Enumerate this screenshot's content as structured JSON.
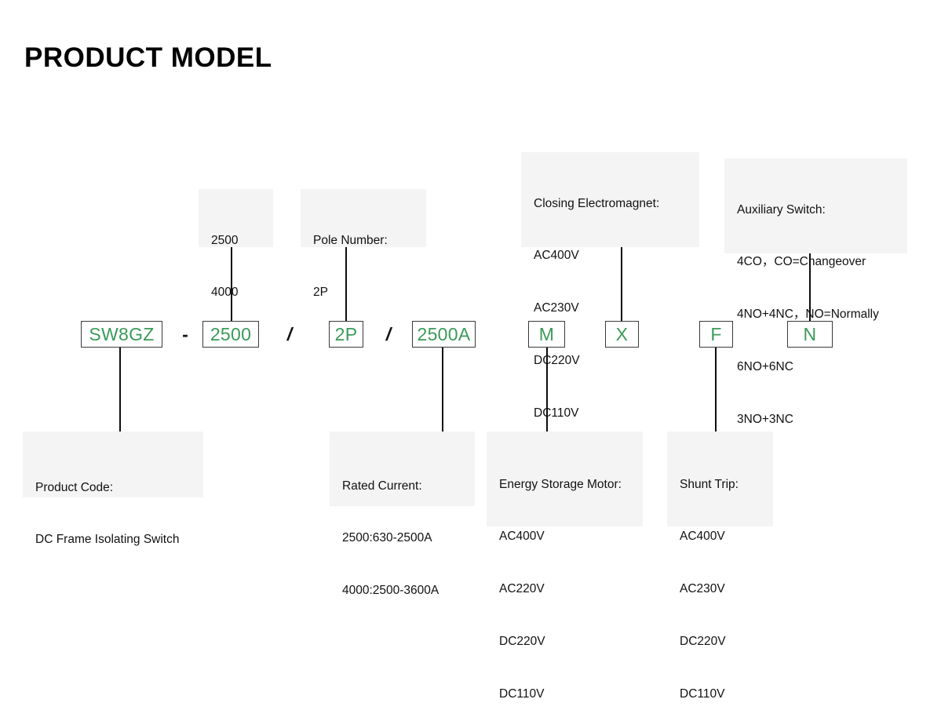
{
  "page": {
    "title": "PRODUCT MODEL"
  },
  "model_code": {
    "segments": [
      {
        "name": "product-code",
        "value": "SW8GZ"
      },
      {
        "name": "frame-size",
        "value": "2500"
      },
      {
        "name": "pole-number",
        "value": "2P"
      },
      {
        "name": "rated-current",
        "value": "2500A"
      },
      {
        "name": "energy-storage-motor",
        "value": "M"
      },
      {
        "name": "closing-electromagnet",
        "value": "X"
      },
      {
        "name": "shunt-trip",
        "value": "F"
      },
      {
        "name": "auxiliary-switch",
        "value": "N"
      }
    ],
    "separators": {
      "dash": "-",
      "slash": "/"
    }
  },
  "callouts": {
    "frame_size": {
      "lines": [
        "2500",
        "4000"
      ]
    },
    "pole_number": {
      "lines": [
        "Pole Number:",
        "2P"
      ]
    },
    "closing_electromagnet": {
      "lines": [
        "Closing Electromagnet:",
        "AC400V",
        "AC230V",
        "DC220V",
        "DC110V"
      ]
    },
    "auxiliary_switch": {
      "lines": [
        "Auxiliary Switch:",
        "4CO，CO=Changeover",
        "4NO+4NC，NO=Normally",
        "6NO+6NC",
        "3NO+3NC"
      ]
    },
    "product_code": {
      "lines": [
        "Product Code:",
        "DC Frame Isolating Switch"
      ]
    },
    "rated_current": {
      "lines": [
        "Rated Current:",
        "2500:630-2500A",
        "4000:2500-3600A"
      ]
    },
    "energy_storage_motor": {
      "lines": [
        "Energy Storage Motor:",
        "AC400V",
        "AC220V",
        "DC220V",
        "DC110V"
      ]
    },
    "shunt_trip": {
      "lines": [
        "Shunt Trip:",
        "AC400V",
        "AC230V",
        "DC220V",
        "DC110V"
      ]
    }
  },
  "colors": {
    "code_text": "#3a9a58",
    "panel_background": "#f4f4f4",
    "line": "#0d0d0d",
    "title": "#000000"
  }
}
